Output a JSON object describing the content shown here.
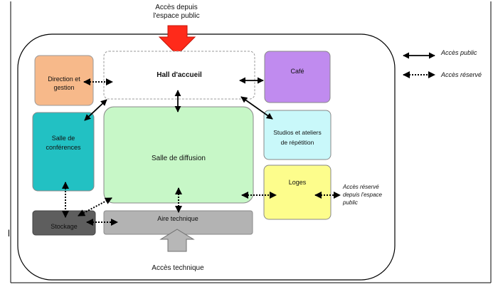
{
  "entrance_top": {
    "line1": "Accès depuis",
    "line2": "l'espace public"
  },
  "entrance_bottom": {
    "label": "Accès technique"
  },
  "rooms": {
    "direction": {
      "line1": "Direction et",
      "line2": "gestion",
      "color": "#F7B98A"
    },
    "hall": {
      "label": "Hall d'accueil",
      "color": "#FFFFFF"
    },
    "cafe": {
      "label": "Café",
      "color": "#C08BEF"
    },
    "conferences": {
      "line1": "Salle de",
      "line2": "conférences",
      "color": "#22C1C3"
    },
    "diffusion": {
      "label": "Salle de diffusion",
      "color": "#C7F7C7"
    },
    "studios": {
      "line1": "Studios et ateliers",
      "line2": "de répétition",
      "color": "#C9F8FA"
    },
    "loges": {
      "label": "Loges",
      "color": "#FDFD8C"
    },
    "stockage": {
      "label": "Stockage",
      "color": "#5E5E5E"
    },
    "technique": {
      "label": "Aire technique",
      "color": "#B3B3B3"
    }
  },
  "reserved_external": {
    "line1": "Accès réservé",
    "line2": "depuis l'espace",
    "line3": "public"
  },
  "legend": {
    "public": "Accès public",
    "reserved": "Accès réservé"
  },
  "stray_char": "l",
  "colors": {
    "arrow_top": "#FF2A1A",
    "arrow_bottom": "#B7B7B7"
  }
}
